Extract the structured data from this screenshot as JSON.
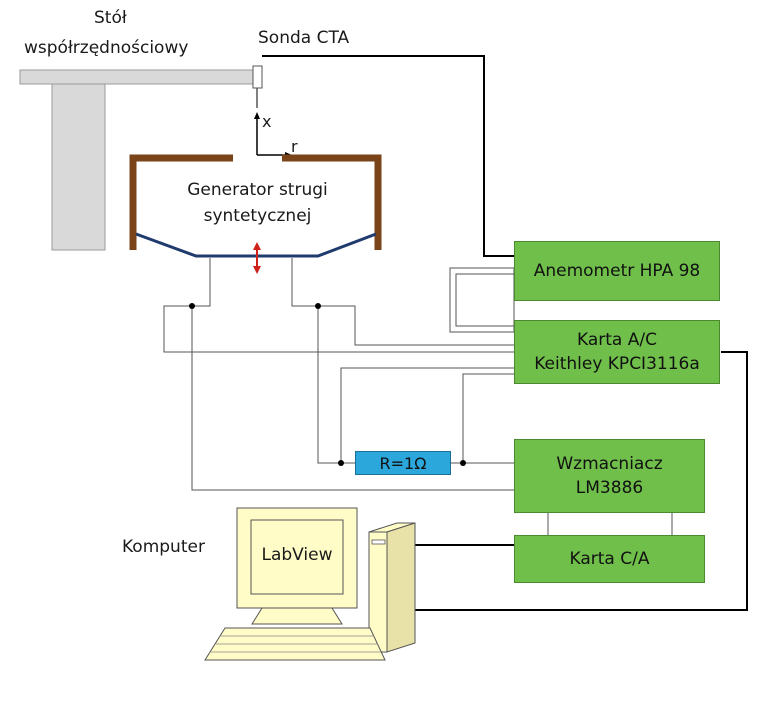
{
  "labels": {
    "stol_line1": "Stół",
    "stol_line2": "współrzędnościowy",
    "sonda": "Sonda CTA",
    "axis_x": "x",
    "axis_r": "r",
    "generator_line1": "Generator strugi",
    "generator_line2": "syntetycznej",
    "komputer": "Komputer",
    "labview": "LabView"
  },
  "blocks": {
    "anemometr": "Anemometr HPA 98",
    "karta_ac_line1": "Karta A/C",
    "karta_ac_line2": "Keithley KPCI3116a",
    "wzmacniacz_line1": "Wzmacniacz",
    "wzmacniacz_line2": "LM3886",
    "karta_ca": "Karta C/A",
    "resistor": "R=1Ω"
  },
  "colors": {
    "block_fill": "#6fbf4a",
    "resistor_fill": "#2ba7dc",
    "cavity_wall": "#7a4418",
    "membrane": "#1f3b6e",
    "arrow": "#d0201a",
    "computer": "#fffcc8"
  }
}
